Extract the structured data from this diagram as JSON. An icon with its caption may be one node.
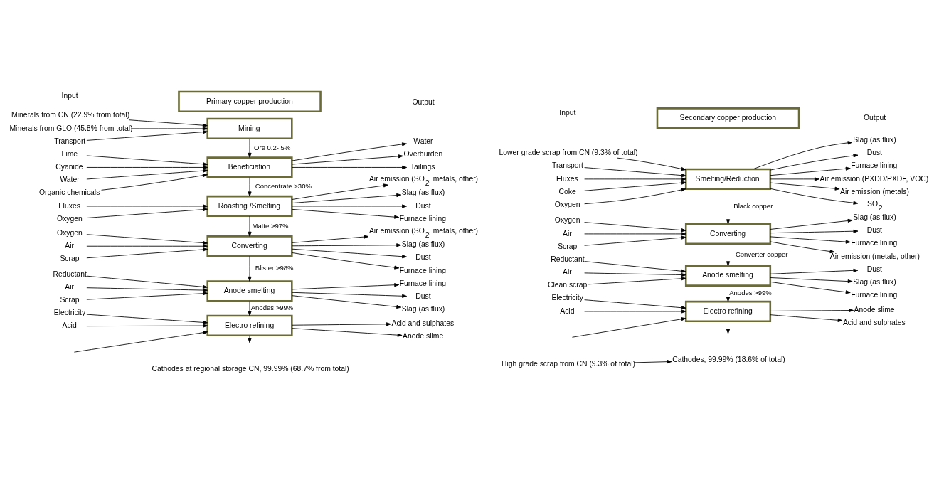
{
  "diagram": {
    "nodes": [
      {
        "text": [
          "Primary copper production"
        ]
      },
      {
        "text": [
          "Secondary copper production"
        ]
      },
      {
        "text": [
          "Minerals from CN (22.9% from total)"
        ]
      },
      {
        "text": [
          "Minerals from GLO (45.8% from total)"
        ]
      },
      {
        "text": [
          "Transport"
        ]
      },
      {
        "text": [
          "Mining"
        ]
      },
      {
        "text": [
          "Organic chemicals"
        ]
      },
      {
        "text": [
          "Lime"
        ]
      },
      {
        "text": [
          "Cyanide"
        ]
      },
      {
        "text": [
          "Water"
        ]
      },
      {
        "text": [
          "Beneficiation"
        ]
      },
      {
        "text": [
          "Overburden"
        ]
      },
      {
        "text": [
          "Tailings"
        ]
      },
      {
        "text": [
          "Water"
        ]
      },
      {
        "text": [
          "Oxygen"
        ]
      },
      {
        "text": [
          "Fluxes"
        ]
      },
      {
        "text": [
          "Roasting /Smelting"
        ]
      },
      {
        "text": [
          "Air emission (SO$_{2}$, metals, other)"
        ]
      },
      {
        "text": [
          "Slag (as flux)"
        ]
      },
      {
        "text": [
          "Dust"
        ]
      },
      {
        "text": [
          "Furnace lining"
        ]
      },
      {
        "text": [
          "Oxygen"
        ]
      },
      {
        "text": [
          "Air"
        ]
      },
      {
        "text": [
          "Scrap"
        ]
      },
      {
        "text": [
          "Converting"
        ]
      },
      {
        "text": [
          "Air emission (SO$_{2}$, metals, other)"
        ]
      },
      {
        "text": [
          "Slag (as flux)"
        ]
      },
      {
        "text": [
          "Dust"
        ]
      },
      {
        "text": [
          "Furnace lining"
        ]
      },
      {
        "text": [
          "Reductant"
        ]
      },
      {
        "text": [
          "Air"
        ]
      },
      {
        "text": [
          "Scrap"
        ]
      },
      {
        "text": [
          "Anode smelting"
        ]
      },
      {
        "text": [
          "Dust"
        ]
      },
      {
        "text": [
          "Slag (as flux)"
        ]
      },
      {
        "text": [
          "Furnace lining"
        ]
      },
      {
        "text": [
          "Electricity"
        ]
      },
      {
        "text": [
          "Acid"
        ]
      },
      {
        "text": [
          "Electro refining"
        ]
      },
      {
        "text": [
          "Acid and sulphates"
        ]
      },
      {
        "text": [
          "Anode slime"
        ]
      },
      {
        "text": [
          "Cathodes at regional storage CN, 99.99% (68.7% from total)"
        ]
      },
      {
        "text": [
          "Lower grade scrap from CN (9.3% of total)"
        ]
      },
      {
        "text": [
          "Transport"
        ]
      },
      {
        "text": [
          "Fluxes"
        ]
      },
      {
        "text": [
          "Coke"
        ]
      },
      {
        "text": [
          "Oxygen"
        ]
      },
      {
        "text": [
          "Smelting/Reduction"
        ]
      },
      {
        "text": [
          "Air emission (PXDD/PXDF, VOC)"
        ]
      },
      {
        "text": [
          "Air emission (metals)"
        ]
      },
      {
        "text": [
          "SO$_{2}$"
        ]
      },
      {
        "text": [
          "Slag (as flux)"
        ]
      },
      {
        "text": [
          "Dust"
        ]
      },
      {
        "text": [
          "Furnace lining"
        ]
      },
      {
        "text": [
          "Oxygen"
        ]
      },
      {
        "text": [
          "Air"
        ]
      },
      {
        "text": [
          "Scrap"
        ]
      },
      {
        "text": [
          "Converting"
        ]
      },
      {
        "text": [
          "Air emission (metals, other)"
        ]
      },
      {
        "text": [
          "Slag (as flux)"
        ]
      },
      {
        "text": [
          "Dust"
        ]
      },
      {
        "text": [
          "Furnace lining"
        ]
      },
      {
        "text": [
          "Reductant"
        ]
      },
      {
        "text": [
          "Air"
        ]
      },
      {
        "text": [
          "Clean scrap"
        ]
      },
      {
        "text": [
          "Anode smelting"
        ]
      },
      {
        "text": [
          "Dust"
        ]
      },
      {
        "text": [
          "Slag (as flux)"
        ]
      },
      {
        "text": [
          "Furnace lining"
        ]
      },
      {
        "text": [
          "Electricity"
        ]
      },
      {
        "text": [
          "Acid"
        ]
      },
      {
        "text": [
          "Electro refining"
        ]
      },
      {
        "text": [
          "Acid and sulphates"
        ]
      },
      {
        "text": [
          "Anode slime"
        ]
      },
      {
        "text": [
          "High grade scrap from CN (9.3% of total)"
        ]
      },
      {
        "text": [
          "Cathodes, 99.99% (18.6% of total)"
        ]
      }
    ],
    "edges": [
      {
        "from": 2,
        "to": 5,
        "arrow": "to"
      },
      {
        "from": 3,
        "to": 5,
        "arrow": "to"
      },
      {
        "from": 4,
        "to": 5,
        "arrow": "to"
      },
      {
        "from": 5,
        "to": 10,
        "arrow": "to",
        "label": "Ore 0.2- 5%"
      },
      {
        "from": 6,
        "to": 10,
        "arrow": "to"
      },
      {
        "from": 7,
        "to": 10,
        "arrow": "to"
      },
      {
        "from": 8,
        "to": 10,
        "arrow": "to"
      },
      {
        "from": 9,
        "to": 10,
        "arrow": "to"
      },
      {
        "from": 10,
        "to": 11,
        "arrow": "to"
      },
      {
        "from": 10,
        "to": 12,
        "arrow": "to"
      },
      {
        "from": 10,
        "to": 13,
        "arrow": "to"
      },
      {
        "from": 10,
        "to": 16,
        "arrow": "to",
        "label": "Concentrate >30%"
      },
      {
        "from": 14,
        "to": 16,
        "arrow": "to"
      },
      {
        "from": 15,
        "to": 16,
        "arrow": "to"
      },
      {
        "from": 16,
        "to": 17,
        "arrow": "to"
      },
      {
        "from": 16,
        "to": 18,
        "arrow": "to"
      },
      {
        "from": 16,
        "to": 19,
        "arrow": "to"
      },
      {
        "from": 16,
        "to": 20,
        "arrow": "to"
      },
      {
        "from": 16,
        "to": 24,
        "arrow": "to",
        "label": "Matte >97%"
      },
      {
        "from": 21,
        "to": 24,
        "arrow": "to"
      },
      {
        "from": 22,
        "to": 24,
        "arrow": "to"
      },
      {
        "from": 23,
        "to": 24,
        "arrow": "to"
      },
      {
        "from": 24,
        "to": 25,
        "arrow": "to"
      },
      {
        "from": 24,
        "to": 26,
        "arrow": "to"
      },
      {
        "from": 24,
        "to": 27,
        "arrow": "to"
      },
      {
        "from": 24,
        "to": 28,
        "arrow": "to"
      },
      {
        "from": 24,
        "to": 32,
        "arrow": "to",
        "label": "Blister >98%"
      },
      {
        "from": 29,
        "to": 32,
        "arrow": "to"
      },
      {
        "from": 30,
        "to": 32,
        "arrow": "to"
      },
      {
        "from": 31,
        "to": 32,
        "arrow": "to"
      },
      {
        "from": 32,
        "to": 33,
        "arrow": "to"
      },
      {
        "from": 32,
        "to": 34,
        "arrow": "to"
      },
      {
        "from": 32,
        "to": 35,
        "arrow": "to"
      },
      {
        "from": 32,
        "to": 38,
        "arrow": "to",
        "label": "Anodes >99%"
      },
      {
        "from": 36,
        "to": 38,
        "arrow": "to"
      },
      {
        "from": 37,
        "to": 38,
        "arrow": "to"
      },
      {
        "from": null,
        "to": 38,
        "arrow": "to"
      },
      {
        "from": 38,
        "to": 39,
        "arrow": "to"
      },
      {
        "from": 38,
        "to": 40,
        "arrow": "to"
      },
      {
        "from": 38,
        "to": 41,
        "arrow": "to"
      },
      {
        "from": 42,
        "to": 47,
        "arrow": "to"
      },
      {
        "from": 43,
        "to": 47,
        "arrow": "to"
      },
      {
        "from": 44,
        "to": 47,
        "arrow": "to"
      },
      {
        "from": 45,
        "to": 47,
        "arrow": "to"
      },
      {
        "from": 46,
        "to": 47,
        "arrow": "to"
      },
      {
        "from": 47,
        "to": 48,
        "arrow": "to"
      },
      {
        "from": 47,
        "to": 49,
        "arrow": "to"
      },
      {
        "from": 47,
        "to": 50,
        "arrow": "to"
      },
      {
        "from": 47,
        "to": 51,
        "arrow": "to"
      },
      {
        "from": 47,
        "to": 52,
        "arrow": "to"
      },
      {
        "from": 47,
        "to": 53,
        "arrow": "to"
      },
      {
        "from": 47,
        "to": 57,
        "arrow": "to",
        "label": "Black copper"
      },
      {
        "from": 54,
        "to": 57,
        "arrow": "to"
      },
      {
        "from": 55,
        "to": 57,
        "arrow": "to"
      },
      {
        "from": 56,
        "to": 57,
        "arrow": "to"
      },
      {
        "from": 57,
        "to": 58,
        "arrow": "to"
      },
      {
        "from": 57,
        "to": 59,
        "arrow": "to"
      },
      {
        "from": 57,
        "to": 60,
        "arrow": "to"
      },
      {
        "from": 57,
        "to": 61,
        "arrow": "to"
      },
      {
        "from": 57,
        "to": 65,
        "arrow": "to",
        "label": "Converter copper"
      },
      {
        "from": 62,
        "to": 65,
        "arrow": "to"
      },
      {
        "from": 63,
        "to": 65,
        "arrow": "to"
      },
      {
        "from": 64,
        "to": 65,
        "arrow": "to"
      },
      {
        "from": 65,
        "to": 66,
        "arrow": "to"
      },
      {
        "from": 65,
        "to": 67,
        "arrow": "to"
      },
      {
        "from": 65,
        "to": 68,
        "arrow": "to"
      },
      {
        "from": 65,
        "to": 71,
        "arrow": "to",
        "label": "Anodes >99%"
      },
      {
        "from": 69,
        "to": 71,
        "arrow": "to"
      },
      {
        "from": 70,
        "to": 71,
        "arrow": "to"
      },
      {
        "from": null,
        "to": 71,
        "arrow": "to"
      },
      {
        "from": 71,
        "to": 72,
        "arrow": "to"
      },
      {
        "from": 71,
        "to": 73,
        "arrow": "to"
      },
      {
        "from": 71,
        "to": 75,
        "arrow": "to"
      },
      {
        "from": 74,
        "to": 75,
        "arrow": "to"
      }
    ],
    "labels": [
      "Input",
      "Output",
      "Input",
      "Output"
    ]
  }
}
